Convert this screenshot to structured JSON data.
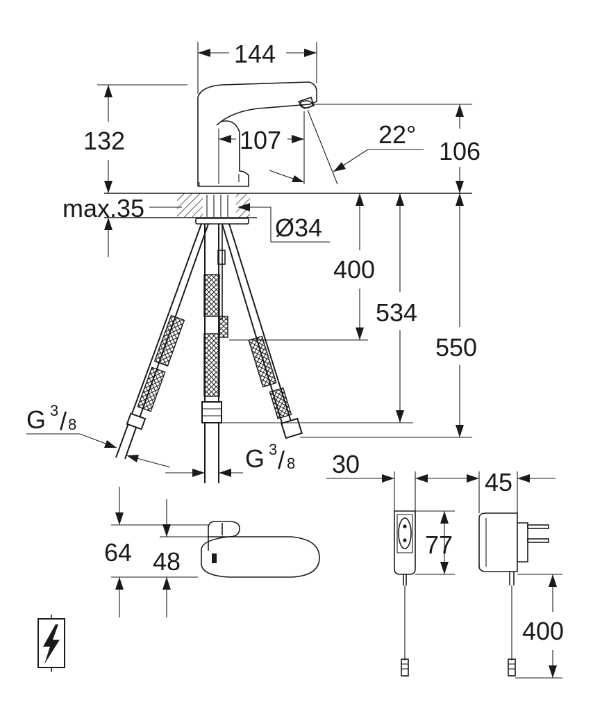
{
  "dimensions": {
    "spout_width": "144",
    "spout_reach": "107",
    "spray_angle": "22°",
    "spout_height": "132",
    "outlet_height": "106",
    "max_deck_thickness": "max.35",
    "hole_diameter": "Ø34",
    "cable_length_sensor": "400",
    "hose_length_short": "534",
    "hose_length_long": "550",
    "connection_left": {
      "base": "G",
      "num": "3",
      "den": "8"
    },
    "connection_center": {
      "base": "G",
      "num": "3",
      "den": "8"
    },
    "body_height": "64",
    "body_depth": "48",
    "adapter_width": "30",
    "adapter_depth": "45",
    "adapter_height": "77",
    "adapter_cable_length": "400"
  },
  "icons": {
    "electrical": "lightning-bolt-icon"
  }
}
